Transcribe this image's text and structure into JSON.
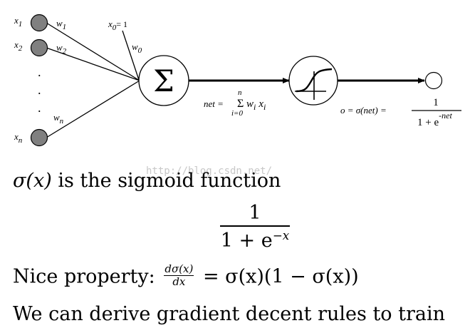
{
  "diagram": {
    "inputs": [
      {
        "name": "x",
        "sub": "1",
        "weight": "w",
        "weight_sub": "1"
      },
      {
        "name": "x",
        "sub": "2",
        "weight": "w",
        "weight_sub": "2"
      },
      {
        "name": "x",
        "sub": "n",
        "weight": "w",
        "weight_sub": "n"
      }
    ],
    "bias": {
      "label_x": "x",
      "label_sub": "0",
      "label_eq": "= 1",
      "weight": "w",
      "weight_sub": "0"
    },
    "ellipsis": "·",
    "sum_symbol": "Σ",
    "net_formula": {
      "lhs": "net =",
      "sum": "Σ",
      "upper": "n",
      "lower": "i=0",
      "term_w": "w",
      "term_wi": "i",
      "term_x": "x",
      "term_xi": "i"
    },
    "output_formula": {
      "lhs": "o = σ(net) =",
      "numerator": "1",
      "denominator": "1 + e",
      "exponent": "-net"
    },
    "colors": {
      "input_node": "#808080",
      "stroke": "#000000"
    }
  },
  "watermark": "http://blog.csdn.net/",
  "text": {
    "line1_sigma": "σ(x)",
    "line1_rest": " is the sigmoid function",
    "formula_num": "1",
    "formula_den": "1 + e",
    "formula_exp": "−x",
    "line3_prefix": "Nice property: ",
    "line3_frac_num": "dσ(x)",
    "line3_frac_den": "dx",
    "line3_rest": " = σ(x)(1 − σ(x))",
    "line4": "We can derive gradient decent rules to train"
  }
}
